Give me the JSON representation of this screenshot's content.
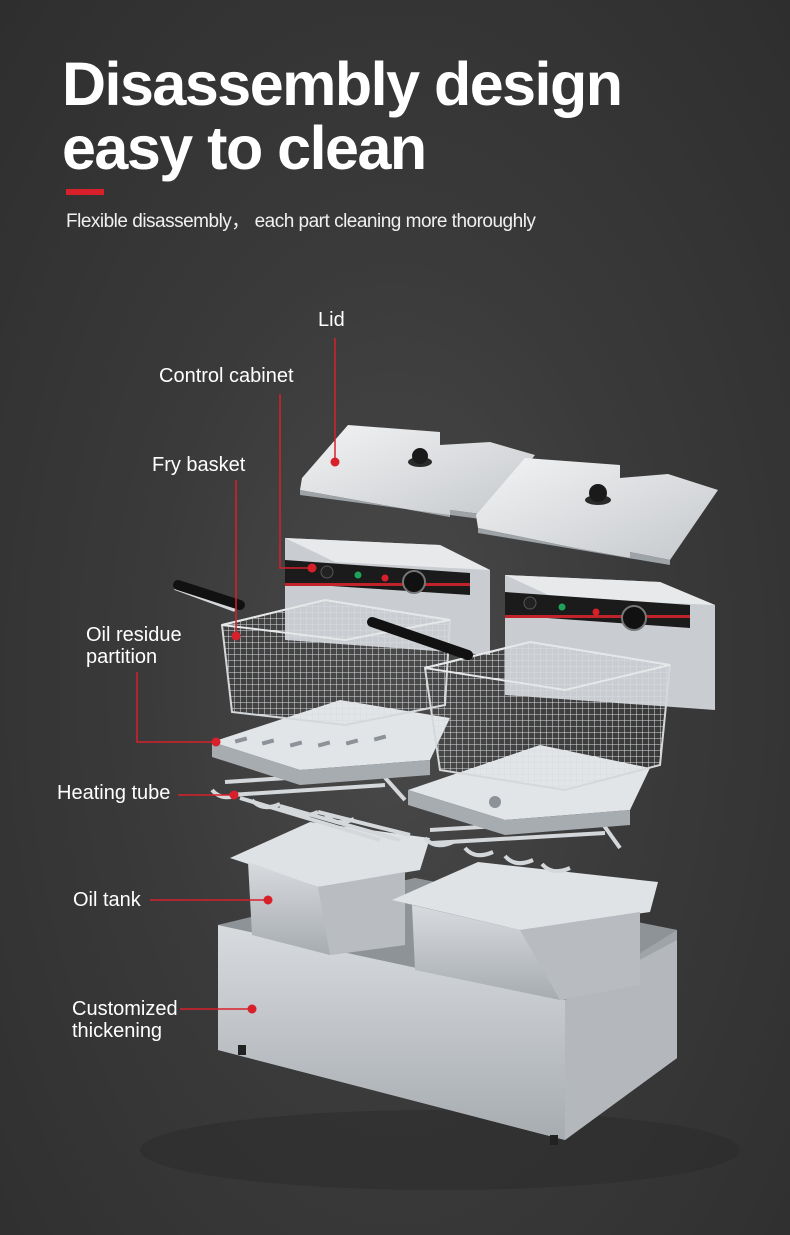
{
  "header": {
    "title_line1": "Disassembly design",
    "title_line2": "easy to clean",
    "subtitle": "Flexible disassembly， each part cleaning more thoroughly"
  },
  "labels": {
    "lid": "Lid",
    "control_cabinet": "Control cabinet",
    "fry_basket": "Fry basket",
    "oil_residue_line1": "Oil residue",
    "oil_residue_line2": "partition",
    "heating_tube": "Heating tube",
    "oil_tank": "Oil tank",
    "customized_line1": "Customized",
    "customized_line2": "thickening"
  },
  "colors": {
    "accent": "#d8202a",
    "background": "#3a3a3a",
    "steel": "#c9ccd0"
  }
}
